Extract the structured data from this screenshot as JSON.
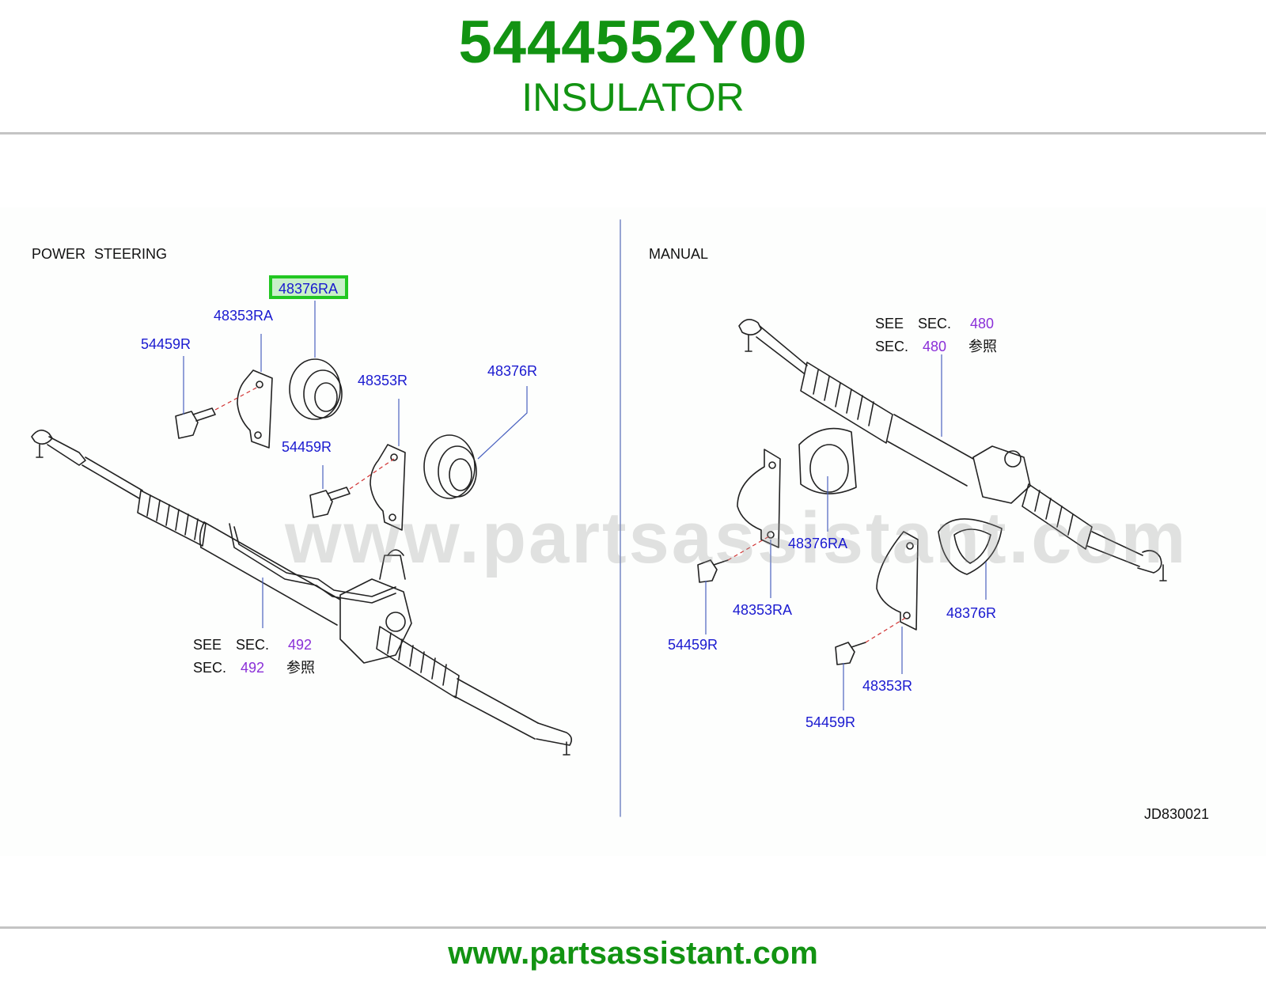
{
  "header": {
    "part_number": "5444552Y00",
    "part_name": "INSULATOR"
  },
  "footer": {
    "website": "www.partsassistant.com"
  },
  "diagram": {
    "watermark": "www.partsassistant.com",
    "left_section_title": "POWER STEERING",
    "right_section_title": "MANUAL",
    "drawing_code": "JD830021",
    "highlighted_part": "48376RA",
    "left_labels": {
      "p48376ra": "48376RA",
      "p48353ra": "48353RA",
      "p54459r_a": "54459R",
      "p48353r": "48353R",
      "p48376r": "48376R",
      "p54459r_b": "54459R"
    },
    "left_note": {
      "see": "SEE",
      "sec": "SEC.",
      "num": "492",
      "sec2": "SEC.",
      "num2": "492",
      "ref": "参照"
    },
    "right_labels": {
      "p48376ra": "48376RA",
      "p48353ra": "48353RA",
      "p54459r_a": "54459R",
      "p48376r": "48376R",
      "p48353r": "48353R",
      "p54459r_b": "54459R"
    },
    "right_note": {
      "see": "SEE",
      "sec": "SEC.",
      "num": "480",
      "sec2": "SEC.",
      "num2": "480",
      "ref": "参照"
    }
  },
  "colors": {
    "brand_green": "#129312",
    "label_blue": "#1a1ad0",
    "section_purple": "#8a2fd8",
    "highlight_border": "#22c722"
  }
}
